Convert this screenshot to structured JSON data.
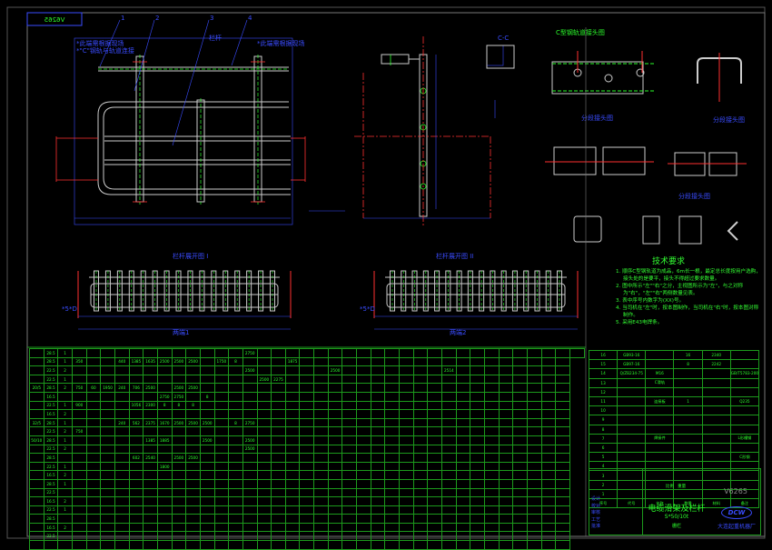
{
  "frame": {
    "code_mirrored": "V6265"
  },
  "views": {
    "front_title": "栏杆",
    "note_left": "*此端需根据现场",
    "note_left2": "*\"C\"钢轨与轨道连接",
    "note_right": "*此端需根据现场",
    "c_rail_joint": "C型钢轨道接头图",
    "section_cc": "C-C",
    "segment_joint_1": "分段接头图",
    "segment_joint_2": "分段接头图",
    "segment_joint_3": "分段接头图",
    "rail_unfold_1": "栏杆展开图 I",
    "rail_unfold_2": "栏杆展开图 II",
    "rail_unfold_1_len": "两端1",
    "rail_unfold_2_len": "两端2",
    "rail_unfold_1_mark": "*5*D",
    "rail_unfold_2_mark": "*5*D",
    "part_numbers": [
      "1",
      "2",
      "3",
      "4"
    ]
  },
  "tech_requirements": {
    "title": "技术要求",
    "items": [
      "1. 顺序C型钢轨道为成品，6m长一根，最定总长度按用户选购，接头处的是要平，接头不得超过要求数量。",
      "2. 图中所示\"左\"\"右\"之分，主视图所示为\"左\"，与之对称为\"右\"，\"左\"\"右\"两侧数量见表。",
      "3. 表中序号内数字为(XX)号。",
      "4. 当司机在\"左\"时，按本图制作，当司机在\"右\"时，按本图对称制作。",
      "5. 采用E43电焊条。"
    ]
  },
  "spec_table": {
    "rows": [
      [
        "",
        "28.5",
        "1",
        "",
        "",
        "",
        "",
        "",
        "",
        "",
        "",
        "",
        "",
        "",
        "",
        "2750",
        "",
        "",
        "",
        "",
        "",
        "",
        "",
        "",
        "",
        "",
        "",
        "",
        "",
        "",
        "",
        "",
        "",
        "",
        "",
        "",
        "",
        "",
        ""
      ],
      [
        "",
        "28.5",
        "1",
        "350",
        "",
        "",
        "440",
        "1385",
        "1635",
        "2500",
        "2500",
        "2500",
        "",
        "1750",
        "8",
        "",
        "",
        "",
        "1875",
        "",
        "",
        "",
        "",
        "",
        "",
        "",
        "",
        "",
        "",
        "",
        "",
        "",
        "",
        "",
        "",
        "",
        "",
        ""
      ],
      [
        "",
        "22.5",
        "2",
        "",
        "",
        "",
        "",
        "",
        "",
        "",
        "",
        "",
        "",
        "",
        "",
        "2500",
        "",
        "",
        "",
        "",
        "",
        "2500",
        "",
        "",
        "",
        "",
        "",
        "",
        "",
        "2514",
        "",
        "",
        "",
        "",
        "",
        "",
        "",
        ""
      ],
      [
        "",
        "22.5",
        "1",
        "",
        "",
        "",
        "",
        "",
        "",
        "",
        "",
        "",
        "",
        "",
        "",
        "",
        "2500",
        "2275",
        "",
        "",
        "",
        "",
        "",
        "",
        "",
        "",
        "",
        "",
        "",
        "",
        "",
        "",
        "",
        "",
        "",
        "",
        "",
        ""
      ],
      [
        "20/5",
        "28.5",
        "2",
        "750",
        "60",
        "1950",
        "240",
        "706",
        "2500",
        "",
        "2500",
        "2500",
        "",
        "",
        "",
        "",
        "",
        "",
        "",
        "",
        "",
        "",
        "",
        "",
        "",
        "",
        "",
        "",
        "",
        "",
        "",
        "",
        "",
        "",
        "",
        "",
        "",
        ""
      ],
      [
        "",
        "16.5",
        "",
        "",
        "",
        "",
        "",
        "",
        "",
        "2750",
        "2750",
        "",
        "8",
        "",
        "",
        "",
        "",
        "",
        "",
        "",
        "",
        "",
        "",
        "",
        "",
        "",
        "",
        "",
        "",
        "",
        "",
        "",
        "",
        "",
        "",
        "",
        "",
        ""
      ],
      [
        "",
        "22.5",
        "1",
        "900",
        "",
        "",
        "",
        "1056",
        "2300",
        "8",
        "8",
        "8",
        "",
        "",
        "",
        "",
        "",
        "",
        "",
        "",
        "",
        "",
        "",
        "",
        "",
        "",
        "",
        "",
        "",
        "",
        "",
        "",
        "",
        "",
        "",
        "",
        "",
        ""
      ],
      [
        "",
        "16.5",
        "2",
        "",
        "",
        "",
        "",
        "",
        "",
        "",
        "",
        "",
        "",
        "",
        "",
        "",
        "",
        "",
        "",
        "",
        "",
        "",
        "",
        "",
        "",
        "",
        "",
        "",
        "",
        "",
        "",
        "",
        "",
        "",
        "",
        "",
        "",
        ""
      ],
      [
        "32/5",
        "28.5",
        "1",
        "",
        "",
        "",
        "240",
        "562",
        "2375",
        "1670",
        "2500",
        "2500",
        "2500",
        "",
        "8",
        "2750",
        "",
        "",
        "",
        "",
        "",
        "",
        "",
        "",
        "",
        "",
        "",
        "",
        "",
        "",
        "",
        "",
        "",
        "",
        "",
        "",
        "",
        ""
      ],
      [
        "",
        "22.5",
        "2",
        "750",
        "",
        "",
        "",
        "",
        "",
        "",
        "",
        "",
        "",
        "",
        "",
        "",
        "",
        "",
        "",
        "",
        "",
        "",
        "",
        "",
        "",
        "",
        "",
        "",
        "",
        "",
        "",
        "",
        "",
        "",
        "",
        "",
        "",
        ""
      ],
      [
        "50/10",
        "28.5",
        "1",
        "",
        "",
        "",
        "",
        "",
        "1385",
        "1885",
        "",
        "",
        "2500",
        "",
        "",
        "2500",
        "",
        "",
        "",
        "",
        "",
        "",
        "",
        "",
        "",
        "",
        "",
        "",
        "",
        "",
        "",
        "",
        "",
        "",
        "",
        "",
        "",
        ""
      ],
      [
        "",
        "22.5",
        "2",
        "",
        "",
        "",
        "",
        "",
        "",
        "",
        "",
        "",
        "",
        "",
        "",
        "2500",
        "",
        "",
        "",
        "",
        "",
        "",
        "",
        "",
        "",
        "",
        "",
        "",
        "",
        "",
        "",
        "",
        "",
        "",
        "",
        "",
        "",
        ""
      ],
      [
        "",
        "28.5",
        "",
        "",
        "",
        "",
        "",
        "602",
        "2540",
        "",
        "2500",
        "2500",
        "",
        "",
        "",
        "",
        "",
        "",
        "",
        "",
        "",
        "",
        "",
        "",
        "",
        "",
        "",
        "",
        "",
        "",
        "",
        "",
        "",
        "",
        "",
        "",
        "",
        ""
      ],
      [
        "",
        "22.5",
        "1",
        "",
        "",
        "",
        "",
        "",
        "",
        "1800",
        "",
        "",
        "",
        "",
        "",
        "",
        "",
        "",
        "",
        "",
        "",
        "",
        "",
        "",
        "",
        "",
        "",
        "",
        "",
        "",
        "",
        "",
        "",
        "",
        "",
        "",
        "",
        ""
      ],
      [
        "",
        "16.5",
        "2",
        "",
        "",
        "",
        "",
        "",
        "",
        "",
        "",
        "",
        "",
        "",
        "",
        "",
        "",
        "",
        "",
        "",
        "",
        "",
        "",
        "",
        "",
        "",
        "",
        "",
        "",
        "",
        "",
        "",
        "",
        "",
        "",
        "",
        "",
        ""
      ],
      [
        "",
        "28.5",
        "1",
        "",
        "",
        "",
        "",
        "",
        "",
        "",
        "",
        "",
        "",
        "",
        "",
        "",
        "",
        "",
        "",
        "",
        "",
        "",
        "",
        "",
        "",
        "",
        "",
        "",
        "",
        "",
        "",
        "",
        "",
        "",
        "",
        "",
        "",
        ""
      ],
      [
        "",
        "22.5",
        "",
        "",
        "",
        "",
        "",
        "",
        "",
        "",
        "",
        "",
        "",
        "",
        "",
        "",
        "",
        "",
        "",
        "",
        "",
        "",
        "",
        "",
        "",
        "",
        "",
        "",
        "",
        "",
        "",
        "",
        "",
        "",
        "",
        "",
        "",
        ""
      ],
      [
        "",
        "16.5",
        "2",
        "",
        "",
        "",
        "",
        "",
        "",
        "",
        "",
        "",
        "",
        "",
        "",
        "",
        "",
        "",
        "",
        "",
        "",
        "",
        "",
        "",
        "",
        "",
        "",
        "",
        "",
        "",
        "",
        "",
        "",
        "",
        "",
        "",
        "",
        ""
      ],
      [
        "",
        "22.5",
        "1",
        "",
        "",
        "",
        "",
        "",
        "",
        "",
        "",
        "",
        "",
        "",
        "",
        "",
        "",
        "",
        "",
        "",
        "",
        "",
        "",
        "",
        "",
        "",
        "",
        "",
        "",
        "",
        "",
        "",
        "",
        "",
        "",
        "",
        "",
        ""
      ],
      [
        "",
        "28.5",
        "",
        "",
        "",
        "",
        "",
        "",
        "",
        "",
        "",
        "",
        "",
        "",
        "",
        "",
        "",
        "",
        "",
        "",
        "",
        "",
        "",
        "",
        "",
        "",
        "",
        "",
        "",
        "",
        "",
        "",
        "",
        "",
        "",
        "",
        "",
        ""
      ],
      [
        "",
        "16.5",
        "2",
        "",
        "",
        "",
        "",
        "",
        "",
        "",
        "",
        "",
        "",
        "",
        "",
        "",
        "",
        "",
        "",
        "",
        "",
        "",
        "",
        "",
        "",
        "",
        "",
        "",
        "",
        "",
        "",
        "",
        "",
        "",
        "",
        "",
        "",
        ""
      ],
      [
        "",
        "22.5",
        "",
        "",
        "",
        "",
        "",
        "",
        "",
        "",
        "",
        "",
        "",
        "",
        "",
        "",
        "",
        "",
        "",
        "",
        "",
        "",
        "",
        "",
        "",
        "",
        "",
        "",
        "",
        "",
        "",
        "",
        "",
        "",
        "",
        "",
        "",
        ""
      ],
      [
        "",
        "",
        "",
        "",
        "",
        "",
        "",
        "",
        "",
        "",
        "",
        "",
        "",
        "",
        "",
        "",
        "",
        "",
        "",
        "",
        "",
        "",
        "",
        "",
        "",
        "",
        "",
        "",
        "",
        "",
        "",
        "",
        "",
        "",
        "",
        "",
        "",
        ""
      ]
    ]
  },
  "parts_list": {
    "rows": [
      [
        "16",
        "GB93-16",
        "",
        "16",
        "2340",
        ""
      ],
      [
        "15",
        "GB97-16",
        "",
        "8",
        "2242",
        ""
      ],
      [
        "14",
        "Q/ZB234-75",
        "M16",
        "",
        "",
        "GB/T5783-2000"
      ],
      [
        "13",
        "",
        "C滑轨",
        "",
        "",
        ""
      ],
      [
        "12",
        "",
        "",
        "",
        "",
        ""
      ],
      [
        "11",
        "",
        "连接板",
        "1",
        "",
        "Q235"
      ],
      [
        "10",
        "",
        "",
        "",
        "",
        ""
      ],
      [
        "9",
        "",
        "",
        "",
        "",
        ""
      ],
      [
        "8",
        "",
        "",
        "",
        "",
        ""
      ],
      [
        "7",
        "",
        "焊接件",
        "",
        "",
        "L形槽钢"
      ],
      [
        "6",
        "",
        "",
        "",
        "",
        ""
      ],
      [
        "5",
        "",
        "",
        "",
        "",
        "C形钢"
      ],
      [
        "4",
        "",
        "",
        "",
        "",
        ""
      ],
      [
        "3",
        "",
        "",
        "",
        "",
        ""
      ],
      [
        "2",
        "",
        "",
        "",
        "",
        ""
      ],
      [
        "1",
        "",
        "",
        "",
        "",
        ""
      ],
      [
        "序号",
        "代号",
        "名称",
        "数量",
        "材料",
        "备注"
      ]
    ]
  },
  "title_block": {
    "drawing_title": "电缆滑架及栏杆",
    "spec": "S*50/10t",
    "sheet_label": "栅栏",
    "drawing_no": "V6265",
    "logo": "DCW",
    "company": "大连起重机器厂",
    "scale_label": "比例",
    "weight_label": "重量",
    "signoff": [
      "设计",
      "校对",
      "审核",
      "工艺",
      "批准"
    ]
  }
}
